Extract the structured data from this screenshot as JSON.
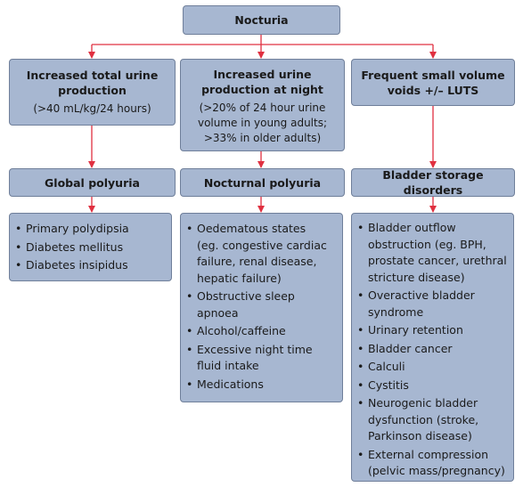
{
  "root": {
    "title": "Nocturia"
  },
  "columns": [
    {
      "header_title": "Increased total urine production",
      "header_title_lines": [
        "Increased total urine",
        "production"
      ],
      "header_sub_lines": [
        "(>40 mL/kg/24 hours)"
      ],
      "category": "Global polyuria",
      "items": [
        [
          "Primary polydipsia"
        ],
        [
          "Diabetes mellitus"
        ],
        [
          "Diabetes insipidus"
        ]
      ]
    },
    {
      "header_title": "Increased urine production at night",
      "header_title_lines": [
        "Increased urine",
        "production at night"
      ],
      "header_sub_lines": [
        "(>20% of 24 hour urine",
        "volume in young adults;",
        ">33% in older adults)"
      ],
      "category": "Nocturnal polyuria",
      "items": [
        [
          "Oedematous states",
          "(eg. congestive cardiac",
          "failure, renal disease,",
          "hepatic failure)"
        ],
        [
          "Obstructive sleep",
          "apnoea"
        ],
        [
          "Alcohol/caffeine"
        ],
        [
          "Excessive night time",
          "fluid intake"
        ],
        [
          "Medications"
        ]
      ]
    },
    {
      "header_title": "Frequent small volume voids +/– LUTS",
      "header_title_lines": [
        "Frequent small volume",
        "voids +/– LUTS"
      ],
      "header_sub_lines": [],
      "category": "Bladder storage disorders",
      "items": [
        [
          "Bladder outflow",
          "obstruction (eg. BPH,",
          "prostate cancer, urethral",
          "stricture disease)"
        ],
        [
          "Overactive bladder",
          "syndrome"
        ],
        [
          "Urinary retention"
        ],
        [
          "Bladder cancer"
        ],
        [
          "Calculi"
        ],
        [
          "Cystitis"
        ],
        [
          "Neurogenic bladder",
          "dysfunction (stroke,",
          "Parkinson disease)"
        ],
        [
          "External compression",
          "(pelvic mass/pregnancy)"
        ]
      ]
    }
  ],
  "colors": {
    "box_fill": "#a7b7d1",
    "box_border": "#6f7f9a",
    "connector": "#e03040"
  }
}
